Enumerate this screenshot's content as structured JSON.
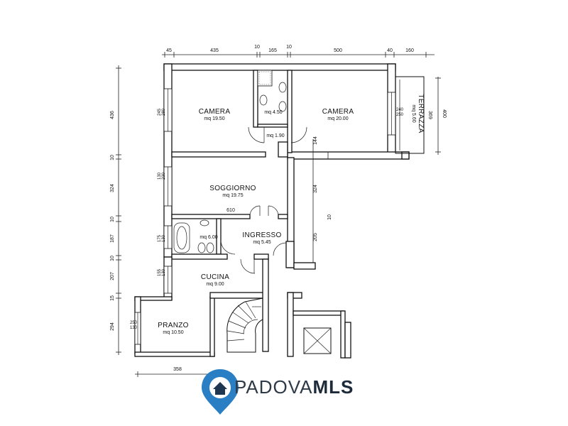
{
  "rooms": {
    "camera1": {
      "name": "CAMERA",
      "area": "mq 19.50"
    },
    "bath1": {
      "area": "mq 4.50"
    },
    "camera2": {
      "name": "CAMERA",
      "area": "mq 20.00"
    },
    "terrazza": {
      "name": "TERRAZZA",
      "area": "mq 5.60"
    },
    "hall": {
      "area": "mq 1.90"
    },
    "soggiorno": {
      "name": "SOGGIORNO",
      "area": "mq 19.75"
    },
    "bath2": {
      "area": "mq 6.00"
    },
    "ingresso": {
      "name": "INGRESSO",
      "area": "mq 5.45"
    },
    "cucina": {
      "name": "CUCINA",
      "area": "mq 9.00"
    },
    "pranzo": {
      "name": "PRANZO",
      "area": "mq 10.50"
    }
  },
  "dimensions": {
    "top": [
      "45",
      "435",
      "10",
      "165",
      "10",
      "500",
      "40",
      "160"
    ],
    "left": [
      "436",
      "10",
      "324",
      "10",
      "187",
      "10",
      "207",
      "15",
      "294"
    ],
    "bottom": "358",
    "window_left": [
      "245",
      "280",
      "130",
      "230",
      "175",
      "130",
      "155",
      "130",
      "250",
      "130"
    ],
    "window_right": [
      "240",
      "250"
    ],
    "right_outer": [
      "369",
      "400"
    ],
    "inner": [
      "610",
      "144",
      "324",
      "10",
      "205"
    ]
  },
  "logo": {
    "part1": "PADOVA",
    "part2": "MLS",
    "pin_color": "#2a7fc4",
    "icon": "house-icon"
  }
}
